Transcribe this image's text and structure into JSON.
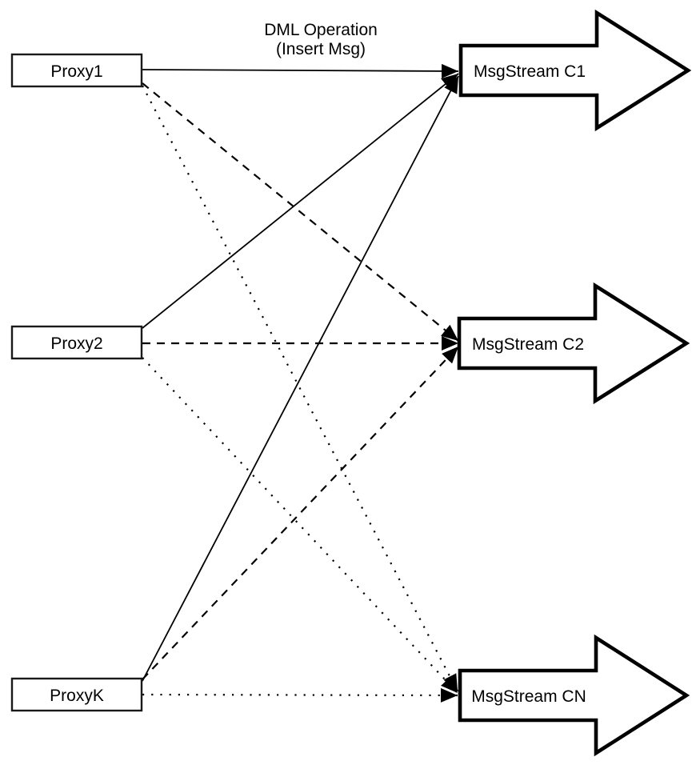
{
  "title": {
    "line1": "DML Operation",
    "line2": "(Insert Msg)"
  },
  "proxies": [
    {
      "label": "Proxy1"
    },
    {
      "label": "Proxy2"
    },
    {
      "label": "ProxyK"
    }
  ],
  "streams": [
    {
      "label": "MsgStream C1"
    },
    {
      "label": "MsgStream C2"
    },
    {
      "label": "MsgStream CN"
    }
  ],
  "connections": [
    {
      "from": "Proxy1",
      "to": "MsgStream C1",
      "style": "solid"
    },
    {
      "from": "Proxy1",
      "to": "MsgStream C2",
      "style": "dashed"
    },
    {
      "from": "Proxy1",
      "to": "MsgStream CN",
      "style": "dotted"
    },
    {
      "from": "Proxy2",
      "to": "MsgStream C1",
      "style": "solid"
    },
    {
      "from": "Proxy2",
      "to": "MsgStream C2",
      "style": "dashed"
    },
    {
      "from": "Proxy2",
      "to": "MsgStream CN",
      "style": "dotted"
    },
    {
      "from": "ProxyK",
      "to": "MsgStream C1",
      "style": "solid"
    },
    {
      "from": "ProxyK",
      "to": "MsgStream C2",
      "style": "dashed"
    },
    {
      "from": "ProxyK",
      "to": "MsgStream CN",
      "style": "dotted"
    }
  ],
  "colors": {
    "line": "#000000",
    "shape_fill": "#ffffff",
    "background": "#ffffff"
  }
}
